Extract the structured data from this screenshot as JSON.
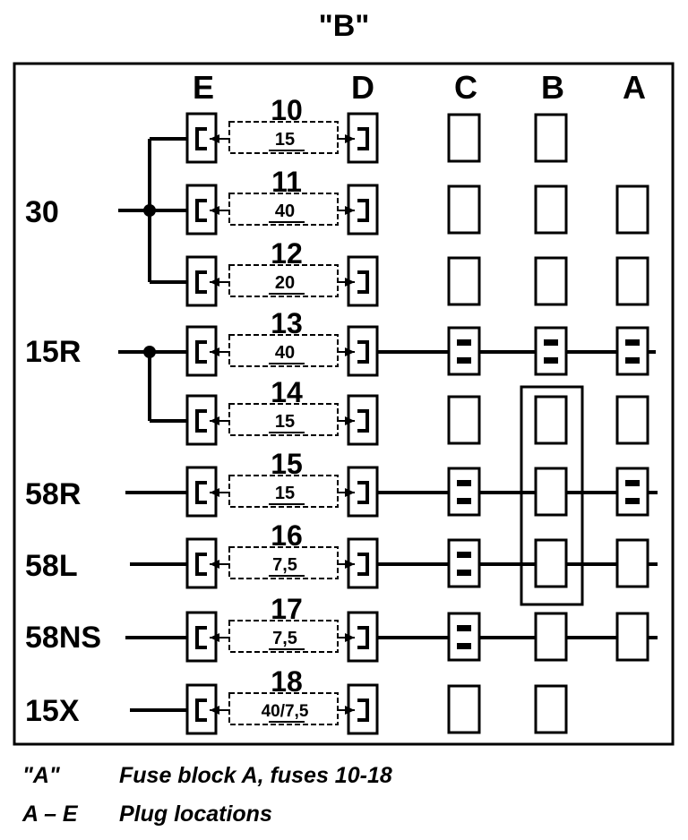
{
  "title": "\"B\"",
  "columns": [
    "E",
    "D",
    "C",
    "B",
    "A"
  ],
  "inputs": [
    "30",
    "15R",
    "58R",
    "58L",
    "58NS",
    "15X"
  ],
  "fuses": [
    {
      "number": "10",
      "rating": "15"
    },
    {
      "number": "11",
      "rating": "40"
    },
    {
      "number": "12",
      "rating": "20"
    },
    {
      "number": "13",
      "rating": "40"
    },
    {
      "number": "14",
      "rating": "15"
    },
    {
      "number": "15",
      "rating": "15"
    },
    {
      "number": "16",
      "rating": "7,5"
    },
    {
      "number": "17",
      "rating": "7,5"
    },
    {
      "number": "18",
      "rating": "40/7,5"
    }
  ],
  "legend": [
    {
      "key": "\"A\"",
      "text": "Fuse block A, fuses 10-18"
    },
    {
      "key": "A – E",
      "text": "Plug locations"
    }
  ]
}
